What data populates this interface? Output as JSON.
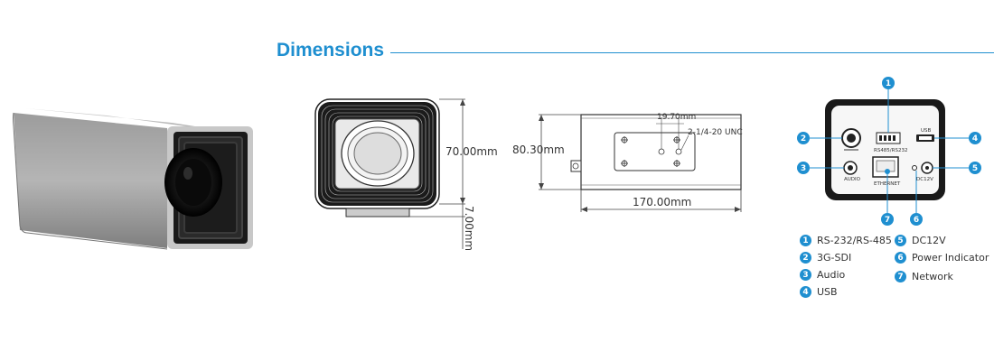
{
  "section": {
    "title": "Dimensions"
  },
  "dimensions": {
    "front_height": "70.00mm",
    "front_bottom": "7.00mm",
    "side_height": "80.30mm",
    "side_hole_spacing": "19.70mm",
    "side_thread": "2-1/4-20 UNC",
    "side_length": "170.00mm"
  },
  "rear_panel": {
    "port_labels": {
      "rs485": "RS485/RS232",
      "usb": "USB",
      "audio": "AUDIO",
      "ethernet": "ETHERNET",
      "dc12v": "DC12V"
    },
    "callouts": [
      "1",
      "2",
      "3",
      "4",
      "5",
      "6",
      "7"
    ]
  },
  "legend": [
    {
      "num": "1",
      "label": "RS-232/RS-485"
    },
    {
      "num": "2",
      "label": "3G-SDI"
    },
    {
      "num": "3",
      "label": "Audio"
    },
    {
      "num": "4",
      "label": "USB"
    },
    {
      "num": "5",
      "label": "DC12V"
    },
    {
      "num": "6",
      "label": "Power Indicator"
    },
    {
      "num": "7",
      "label": "Network"
    }
  ],
  "colors": {
    "accent": "#1f8fd0",
    "body": "#9a9a9a",
    "dark": "#1a1a1a"
  }
}
